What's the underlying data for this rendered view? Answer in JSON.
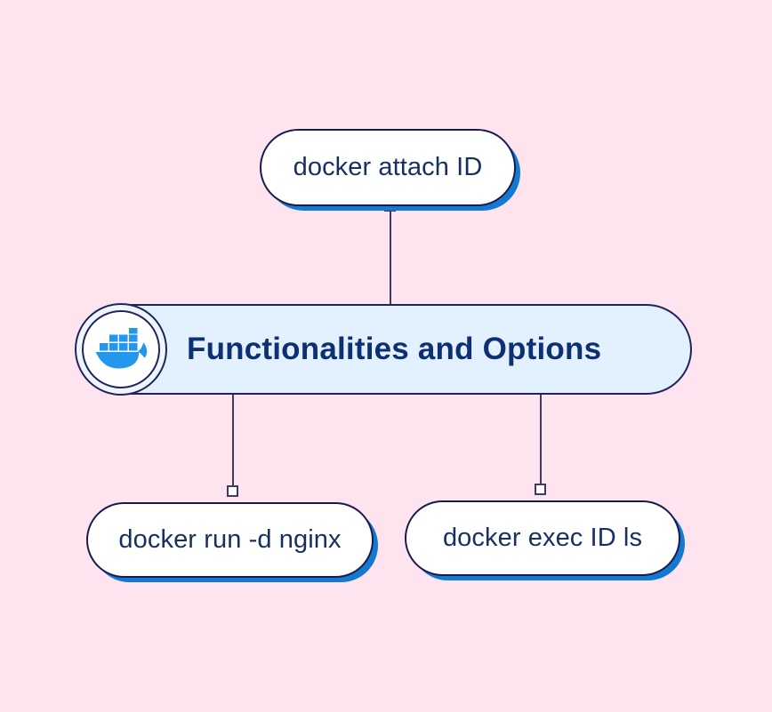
{
  "diagram": {
    "type": "mind-map",
    "background_color": "#fde4ef",
    "root": {
      "label": "Functionalities and Options",
      "fill_color": "#e2f1fd",
      "border_color": "#22225c",
      "text_color": "#0d2f73",
      "icon": "docker-whale-logo"
    },
    "branches": [
      {
        "id": "attach",
        "label": "docker attach ID",
        "position": "top",
        "fill_color": "#ffffff",
        "shadow_color": "#1479d0",
        "text_color": "#17305f"
      },
      {
        "id": "run",
        "label": "docker run -d nginx",
        "position": "bottom-left",
        "fill_color": "#ffffff",
        "shadow_color": "#1479d0",
        "text_color": "#17305f"
      },
      {
        "id": "exec",
        "label": "docker exec ID ls",
        "position": "bottom-right",
        "fill_color": "#ffffff",
        "shadow_color": "#1479d0",
        "text_color": "#17305f"
      }
    ],
    "connector_color": "#3b3b63",
    "connector_marker_fill": "#ffffff"
  }
}
